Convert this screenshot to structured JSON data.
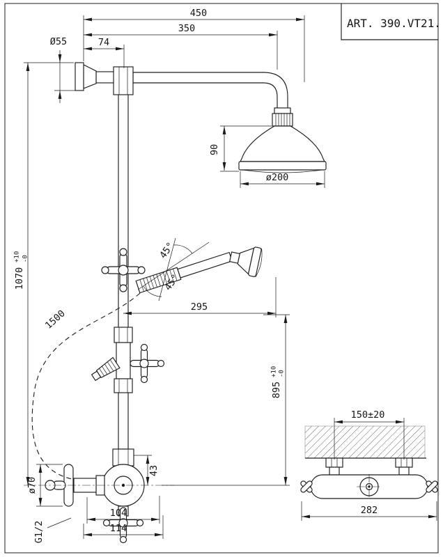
{
  "title_block": {
    "art_number": "ART. 390.VT21."
  },
  "dimensions": {
    "overall_reach": "450",
    "arm_projection": "350",
    "wall_to_column": "74",
    "flange_diameter": "Ø55",
    "head_depth": "90",
    "head_diameter": "ø200",
    "riser_height": {
      "value": "1070",
      "tolerance_plus": "+10",
      "tolerance_minus": "-0"
    },
    "hose_length": "1500",
    "handshower_reach": "295",
    "handshower_height": {
      "value": "895",
      "tolerance_plus": "+10",
      "tolerance_minus": "-0"
    },
    "swivel_angle_upper": "45°",
    "swivel_angle_lower": "45°",
    "handle_diameter": "ø70",
    "valve_offset": "43",
    "valve_body_width": "104",
    "valve_overall_width": "114",
    "connection_thread": "G1/2",
    "inlet_spacing": "150±20",
    "front_overall_width": "282"
  }
}
